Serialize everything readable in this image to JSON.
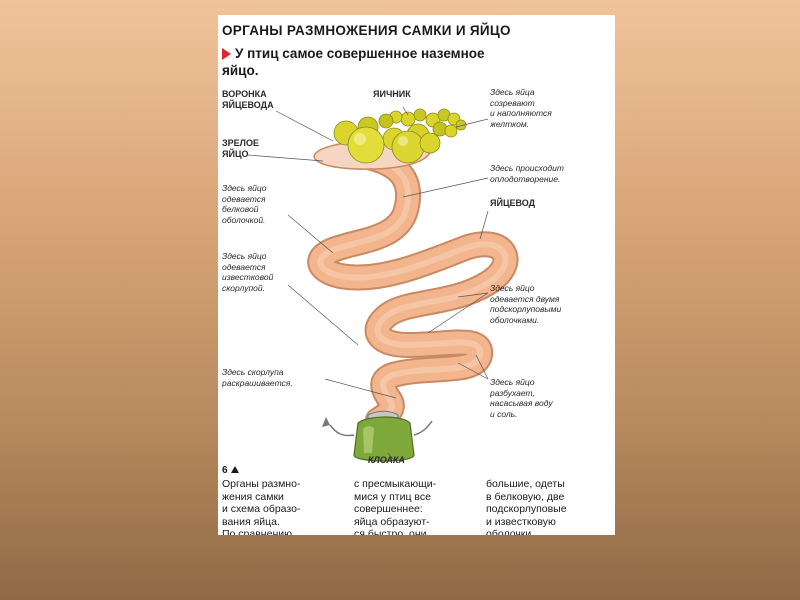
{
  "slide": {
    "title": "ОРГАНЫ РАЗМНОЖЕНИЯ САМКИ И ЯЙЦО",
    "subtitle": "У птиц самое совершенное наземное яйцо."
  },
  "labels": {
    "infundibulum": "ВОРОНКА\nЯЙЦЕВОДА",
    "ovary": "ЯИЧНИК",
    "mature_egg": "ЗРЕЛОЕ\nЯЙЦО",
    "oviduct": "ЯЙЦЕВОД",
    "cloaca": "КЛОАКА"
  },
  "notes": {
    "yolk": "Здесь яйца\nсозревают\nи наполняются\nжелтком.",
    "fertilization": "Здесь происходит\nоплодотворение.",
    "albumen": "Здесь яйцо\nодевается\nбелковой\nоболочкой.",
    "shell": "Здесь яйцо\nодевается\nизвестковой\nскорлупой.",
    "membranes": "Здесь яйцо\nодевается двумя\nподскорлуповыми\nоболочками.",
    "coloring": "Здесь скорлупа\nраскрашивается.",
    "swelling": "Здесь яйцо\nразбухает,\nнасасывая воду\nи соль."
  },
  "figure": {
    "number": "6",
    "caption_col1": "Органы размно-\nжения самки\nи схема образо-\nвания яйца.\nПо сравнению",
    "caption_col2": "с пресмыкающи-\nмися у птиц все\nсовершеннее:\nяйца образуют-\nся быстро, они",
    "caption_col3": "большие, одеты\nв белковую, две\nподскорлуповые\nи известковую\nоболочки."
  },
  "colors": {
    "oviduct": "#f2b58e",
    "oviduct_outline": "#c98a63",
    "yolk": "#d9d52c",
    "egg_green": "#7ea83a",
    "accent_red": "#e0262c"
  }
}
